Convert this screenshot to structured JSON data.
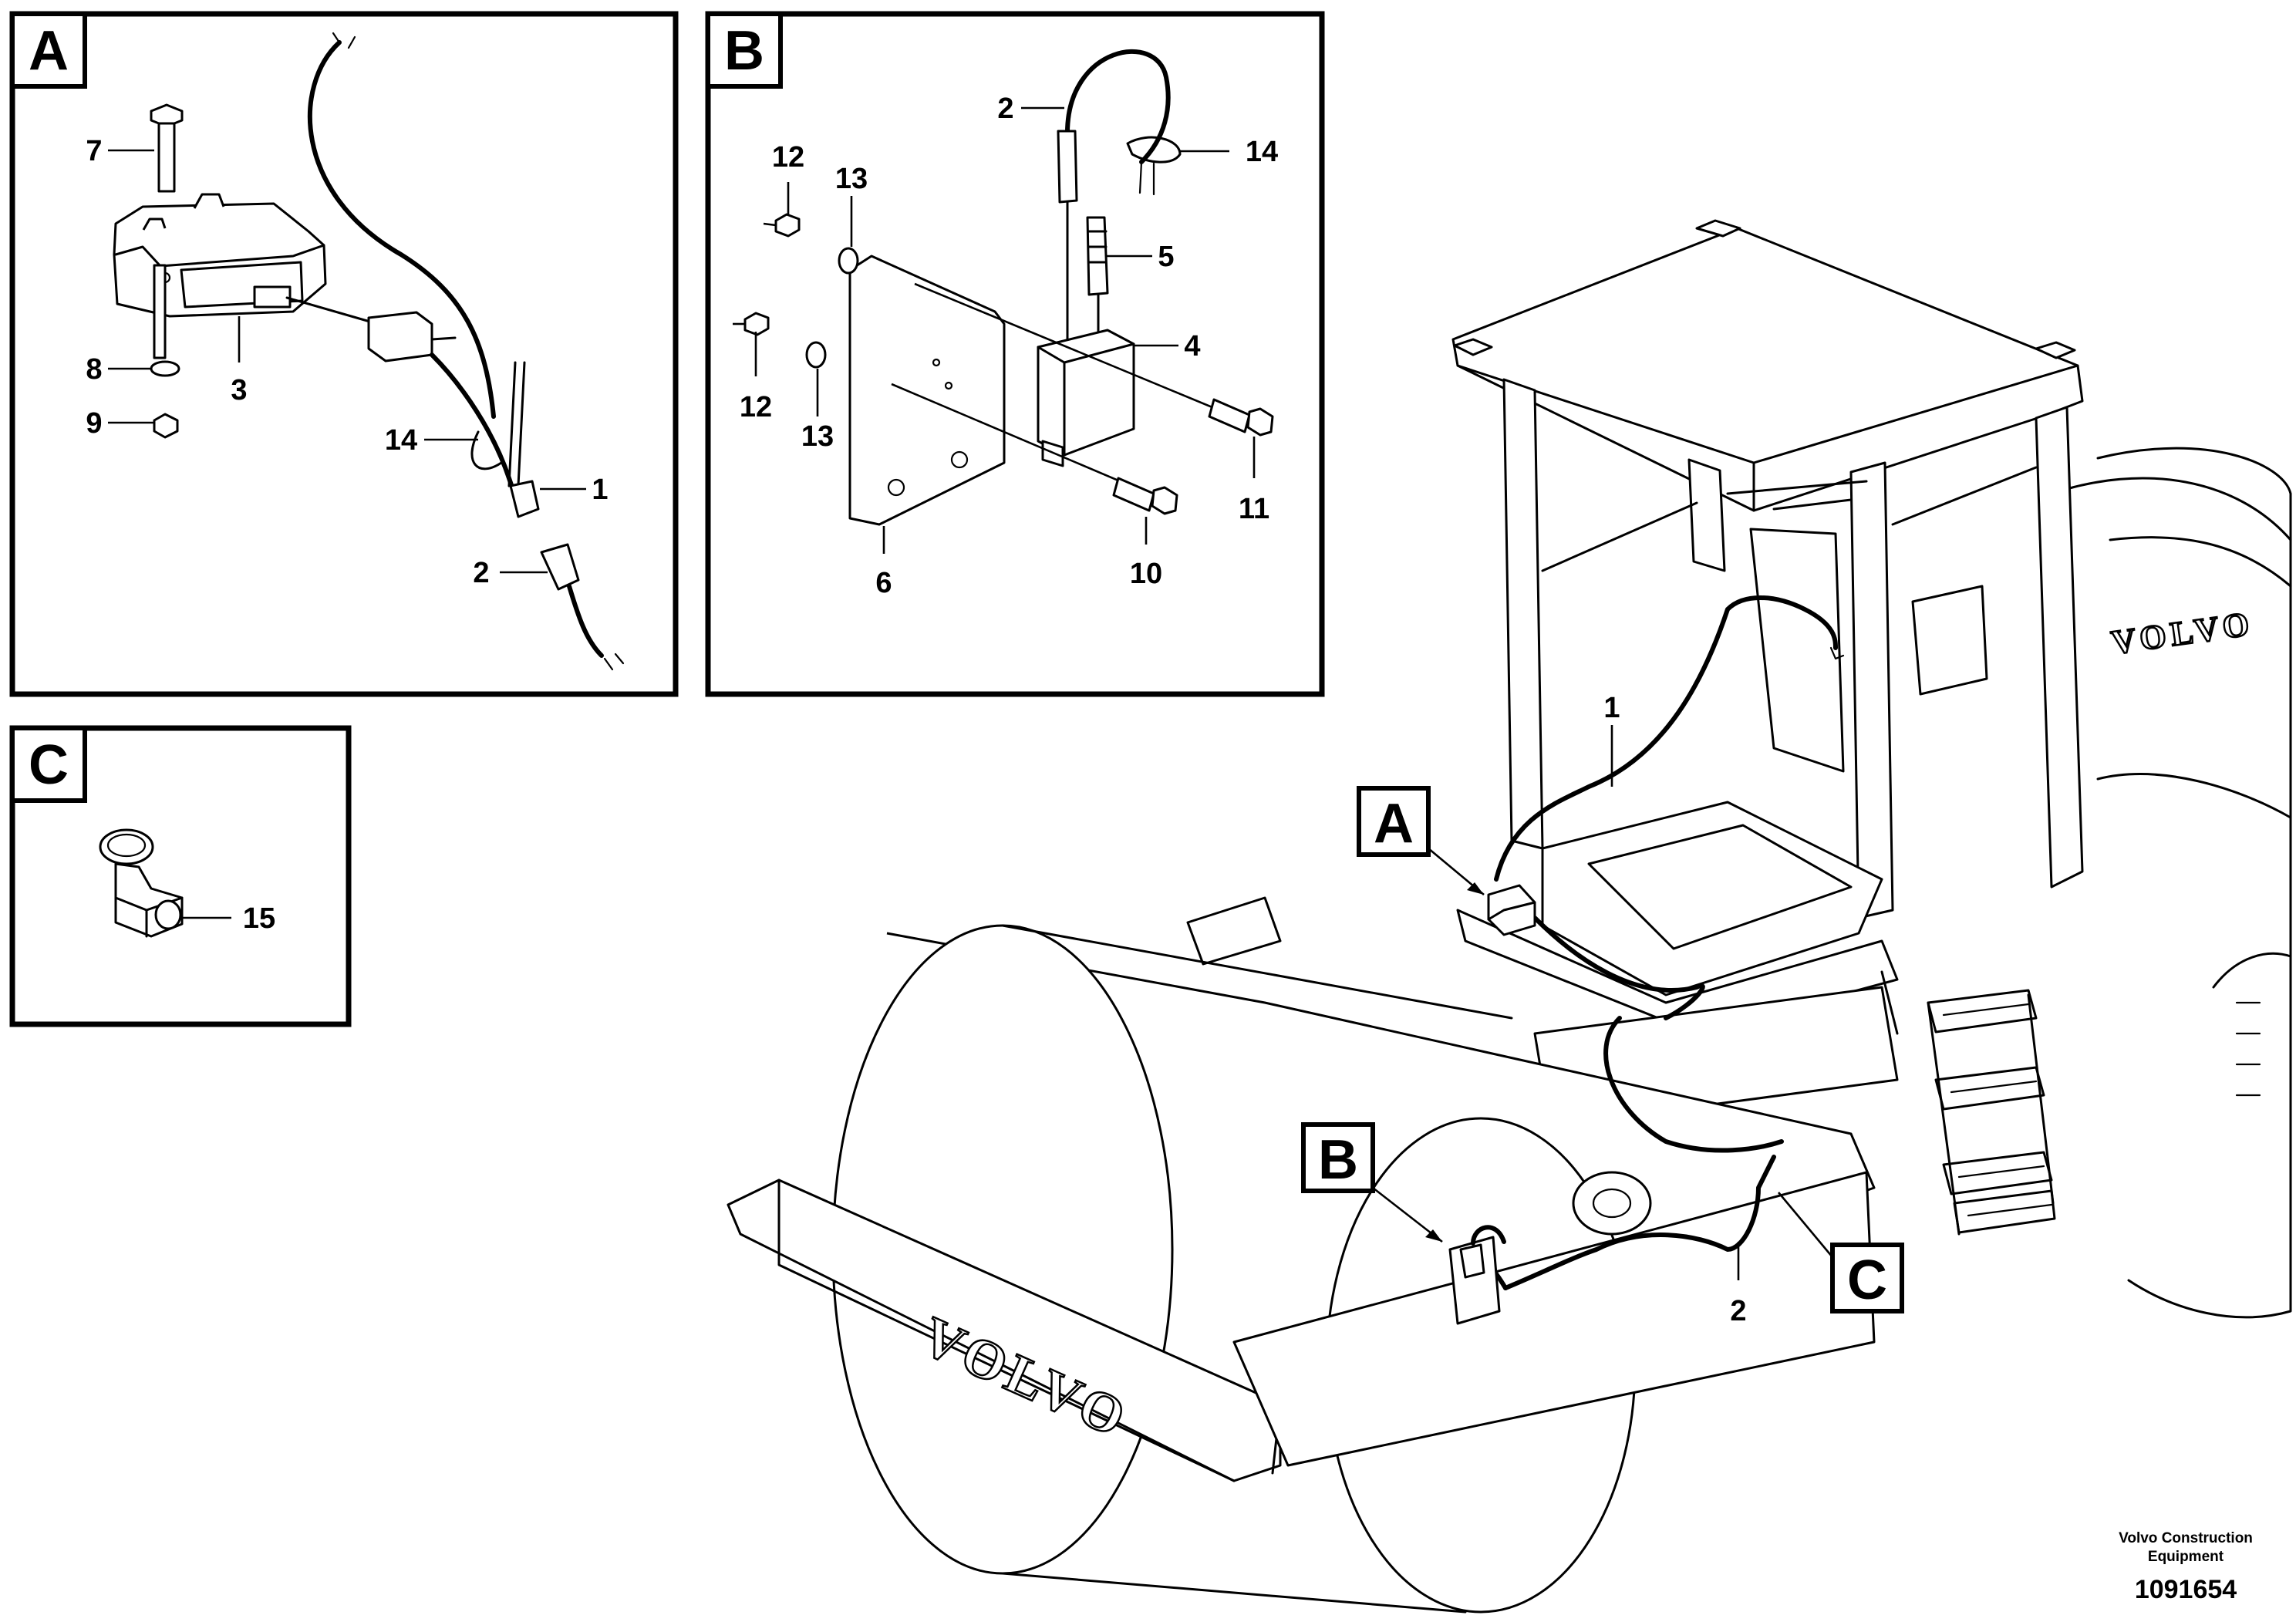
{
  "detail_panels": [
    {
      "letter": "A",
      "callouts": [
        "7",
        "8",
        "9",
        "3",
        "14",
        "1",
        "2"
      ]
    },
    {
      "letter": "B",
      "callouts": [
        "2",
        "14",
        "12",
        "13",
        "5",
        "4",
        "12",
        "13",
        "11",
        "10",
        "6"
      ]
    },
    {
      "letter": "C",
      "callouts": [
        "15"
      ]
    }
  ],
  "machine": {
    "brand_text": "VOLVO",
    "locator_labels": [
      "A",
      "B",
      "C"
    ],
    "callouts": [
      "1",
      "2"
    ]
  },
  "footer": {
    "company_line1": "Volvo Construction",
    "company_line2": "Equipment",
    "drawing_number": "1091654"
  },
  "colors": {
    "line": "#000000",
    "background": "#ffffff"
  }
}
